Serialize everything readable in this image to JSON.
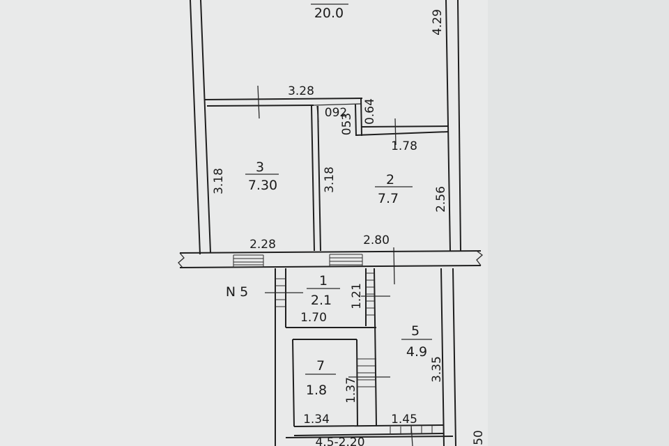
{
  "rooms": {
    "room_top": {
      "area": "20.0"
    },
    "room_1": {
      "number": "1",
      "area": "2.1"
    },
    "room_2": {
      "number": "2",
      "area": "7.7"
    },
    "room_3": {
      "number": "3",
      "area": "7.30"
    },
    "room_5": {
      "number": "5",
      "area": "4.9"
    },
    "room_7": {
      "number": "7",
      "area": "1.8"
    }
  },
  "dimensions": {
    "d_429": "4.29",
    "d_328": "3.28",
    "d_064": "0.64",
    "d_092": "092",
    "d_053": "053",
    "d_178": "1.78",
    "d_318_left": "3.18",
    "d_318_mid": "3.18",
    "d_256": "2.56",
    "d_228": "2.28",
    "d_280": "2.80",
    "d_121": "1.21",
    "d_170": "1.70",
    "d_335": "3.35",
    "d_137": "1.37",
    "d_134": "1.34",
    "d_145": "1.45",
    "d_bottom_partial": "4.5-2.20",
    "d_edge_partial": "50"
  },
  "apartment_label": "N 5"
}
